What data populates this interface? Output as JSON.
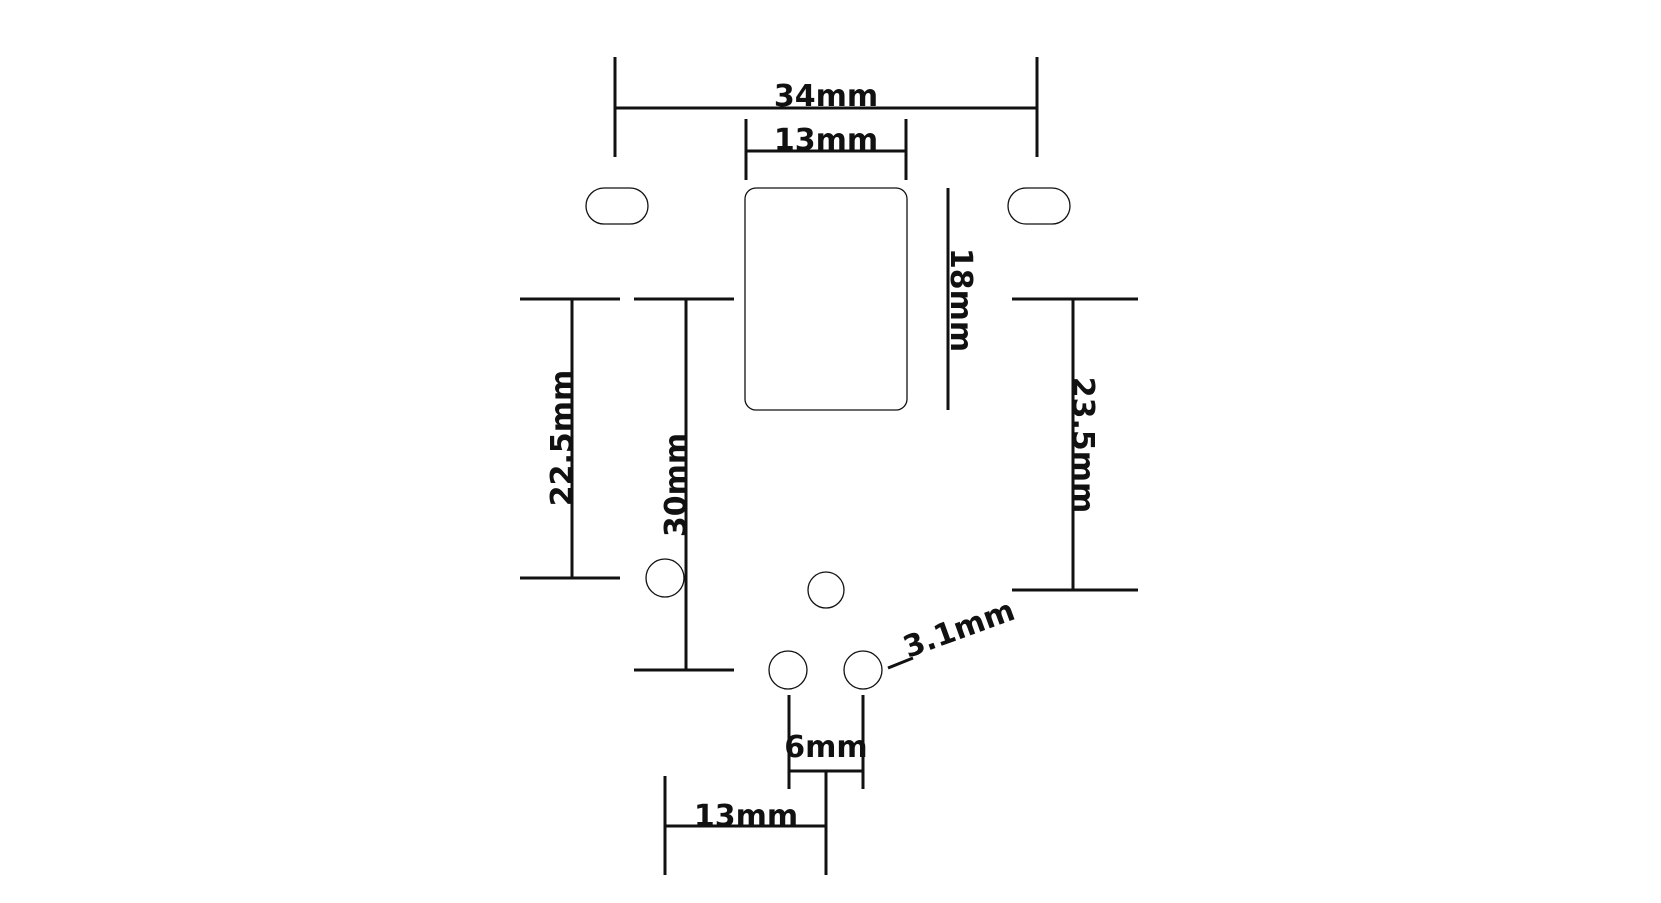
{
  "dimensions": {
    "overall_width": "34mm",
    "window_width": "13mm",
    "window_height": "18mm",
    "left_height_outer": "22.5mm",
    "left_height_inner": "30mm",
    "right_height": "23.5mm",
    "hole_diameter": "3.1mm",
    "hole_spacing": "6mm",
    "bottom_offset": "13mm"
  },
  "colors": {
    "ink": "#111111",
    "background": "#ffffff"
  }
}
